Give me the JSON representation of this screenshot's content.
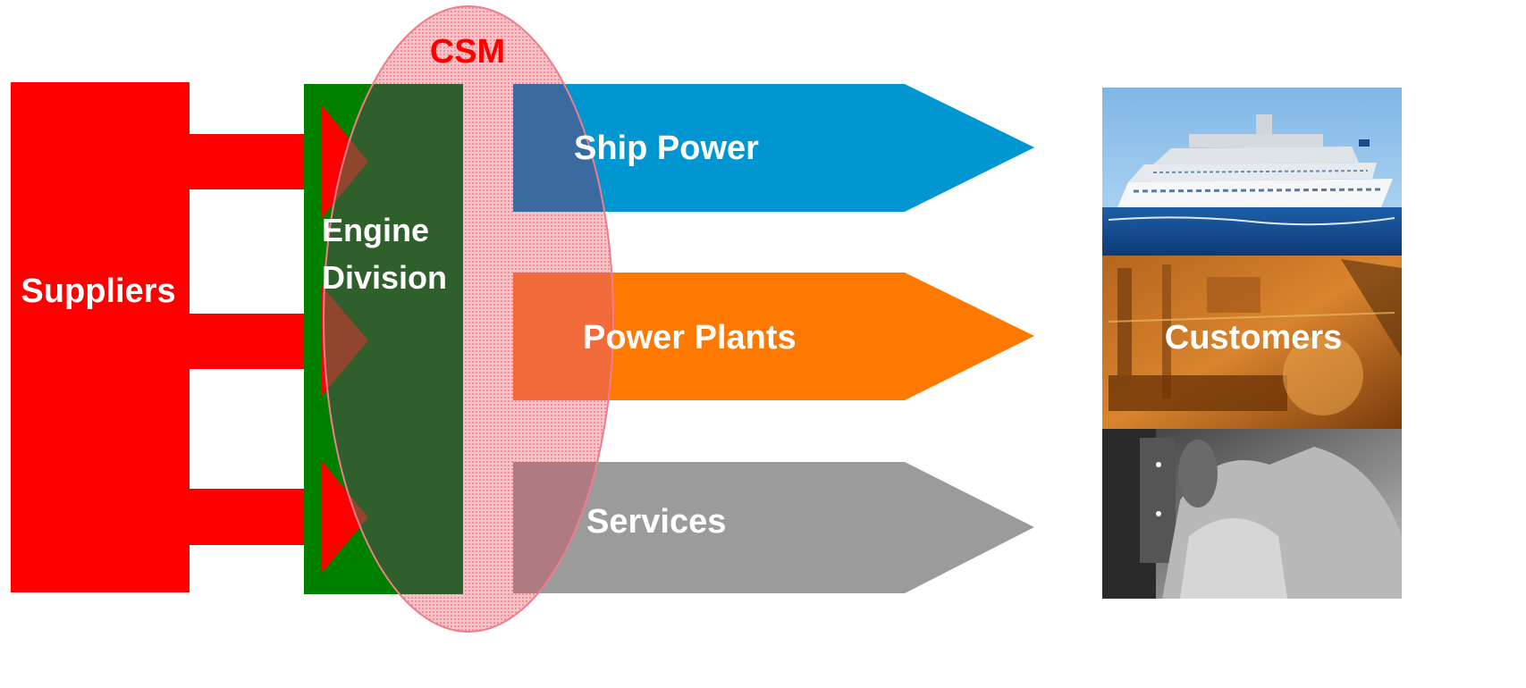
{
  "labels": {
    "suppliers": "Suppliers",
    "engine_line1": "Engine",
    "engine_line2": "Division",
    "csm": "CSM",
    "ship_power": "Ship Power",
    "power_plants": "Power Plants",
    "services": "Services",
    "customers": "Customers"
  },
  "colors": {
    "suppliers": "#ff0000",
    "engine_division": "#008000",
    "engine_division_overlap": "#2f5f2a",
    "csm_fill": "#f4a8b0",
    "csm_outline": "#f07c8c",
    "csm_text": "#ff0000",
    "ship_power": "#0096d2",
    "power_plants": "#ff7800",
    "services": "#9b9b9b",
    "text": "#ffffff"
  },
  "icons": {
    "ship_photo": "cruise-ship-photo",
    "plant_photo": "industrial-plant-photo",
    "service_photo": "technician-in-protective-suit-photo"
  }
}
